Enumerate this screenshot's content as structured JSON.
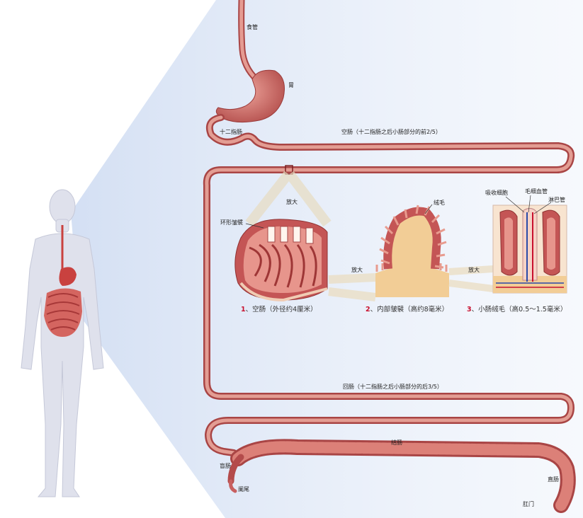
{
  "colors": {
    "intestine_main": "#d46a6a",
    "intestine_light": "#efb3ab",
    "intestine_dark": "#a63c3c",
    "tissue_tan": "#f2cd96",
    "body_fill": "#dfe1ec",
    "panel_fill": "#dbe6f5",
    "caption_number": "#c8102e"
  },
  "labels": {
    "esophagus": "食管",
    "stomach": "胃",
    "duodenum": "十二指肠",
    "jejunum_route": "空肠（十二指肠之后小肠部分的前2/5）",
    "ileum_route": "回肠（十二指肠之后小肠部分的后3/5）",
    "colon": "结肠",
    "cecum": "盲肠",
    "appendix": "阑尾",
    "rectum": "直肠",
    "anus": "肛门",
    "magnify_1": "放大",
    "magnify_2": "放大",
    "magnify_3": "放大",
    "circular_folds": "环形皱襞",
    "villus": "绒毛",
    "absorptive_cell": "吸收细胞",
    "capillary": "毛细血管",
    "lacteal": "淋巴管"
  },
  "captions": [
    {
      "num": "1",
      "text": "、空肠（外径约4厘米）"
    },
    {
      "num": "2",
      "text": "、内部皱襞（高约8毫米）"
    },
    {
      "num": "3",
      "text": "、小肠绒毛（高0.5～1.5毫米）"
    }
  ]
}
